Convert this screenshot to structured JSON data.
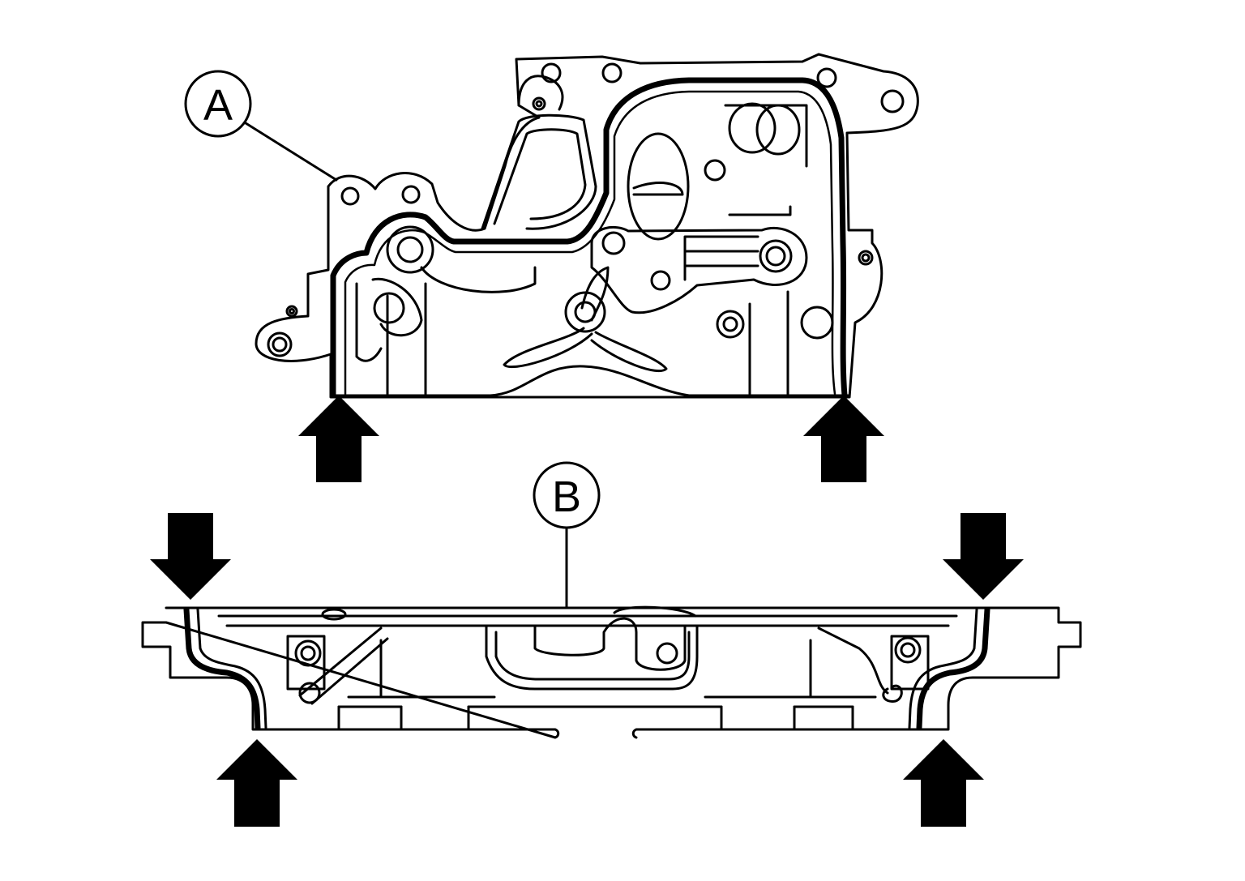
{
  "callouts": [
    {
      "label": "A"
    },
    {
      "label": "B"
    }
  ],
  "arrows": [
    {
      "direction": "up"
    },
    {
      "direction": "up"
    },
    {
      "direction": "down"
    },
    {
      "direction": "down"
    },
    {
      "direction": "up"
    },
    {
      "direction": "up"
    }
  ],
  "colors": {
    "ink": "#000000",
    "paper": "#ffffff"
  }
}
